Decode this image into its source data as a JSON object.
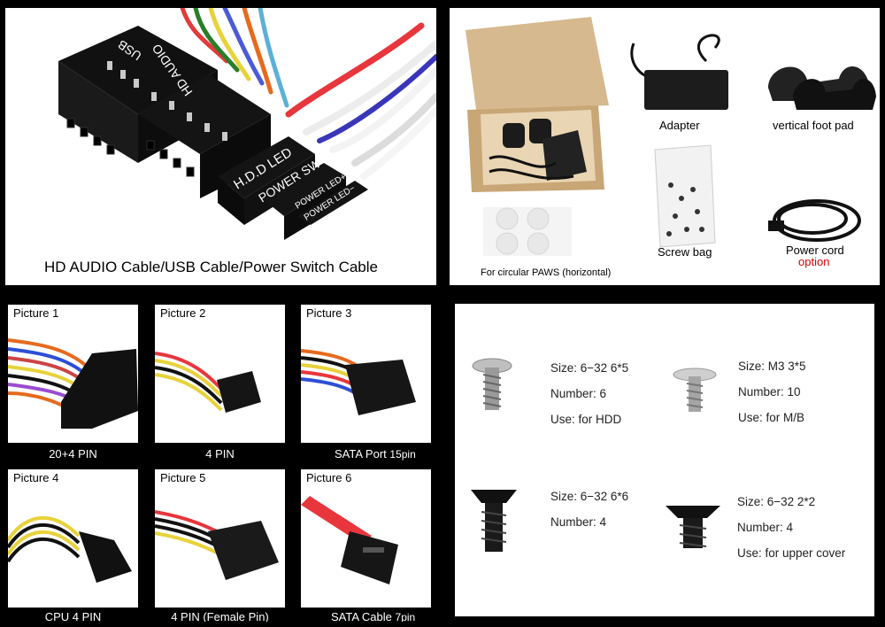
{
  "top_left": {
    "caption": "HD AUDIO Cable/USB Cable/Power Switch Cable",
    "labels": {
      "usb": "USB",
      "hd_audio": "HD AUDIO",
      "hdd_led": "H.D.D LED",
      "power_sw": "POWER SW",
      "power_led_plus": "POWER LED+",
      "power_led_minus": "POWER LED−"
    }
  },
  "top_right": {
    "adapter": "Adapter",
    "vertical_foot_pad": "vertical foot pad",
    "circular_paws": "For circular PAWS (horizontal)",
    "screw_bag": "Screw bag",
    "power_cord": "Power cord",
    "option": "option"
  },
  "cables": [
    {
      "picture": "Picture 1",
      "caption": "20+4 PIN",
      "suffix": ""
    },
    {
      "picture": "Picture 2",
      "caption": "4 PIN",
      "suffix": ""
    },
    {
      "picture": "Picture 3",
      "caption": "SATA Port",
      "suffix": "15pin"
    },
    {
      "picture": "Picture 4",
      "caption": "CPU 4 PIN",
      "suffix": ""
    },
    {
      "picture": "Picture 5",
      "caption": "4 PIN (Female Pin)",
      "suffix": ""
    },
    {
      "picture": "Picture 6",
      "caption": "SATA Cable",
      "suffix": "7pin"
    }
  ],
  "screws": [
    {
      "size": "Size: 6−32 6*5",
      "number": "Number: 6",
      "use": "Use: for HDD"
    },
    {
      "size": "Size: M3 3*5",
      "number": "Number: 10",
      "use": "Use: for M/B"
    },
    {
      "size": "Size: 6−32 6*6",
      "number": "Number: 4",
      "use": ""
    },
    {
      "size": "Size: 6−32 2*2",
      "number": "Number: 4",
      "use": "Use: for upper cover"
    }
  ]
}
